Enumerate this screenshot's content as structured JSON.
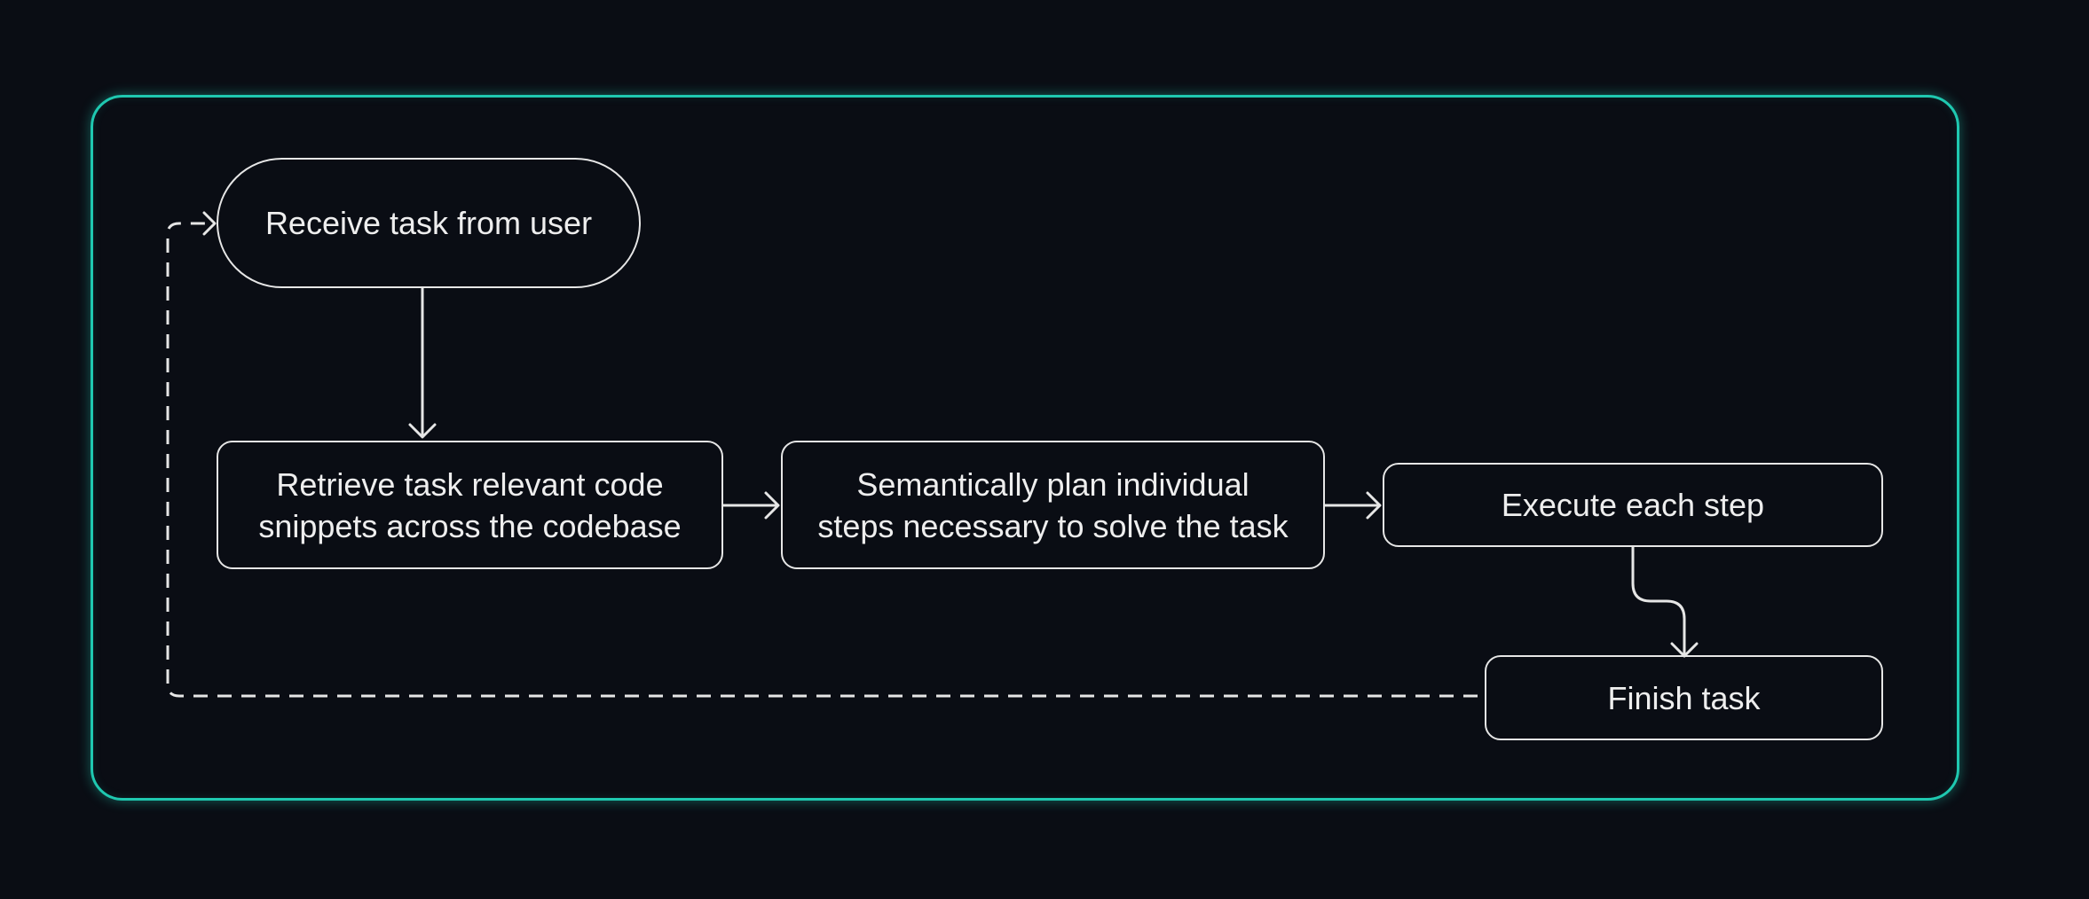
{
  "diagram": {
    "accent_color": "#1fc8b0",
    "line_color": "#e6e6e6",
    "background_color": "#0a0d14",
    "nodes": {
      "receive": {
        "text": "Receive task from user",
        "shape": "pill"
      },
      "retrieve": {
        "line1": "Retrieve task relevant code",
        "line2": "snippets across the codebase",
        "shape": "rounded-rectangle"
      },
      "plan": {
        "line1": "Semantically plan individual",
        "line2": "steps necessary to solve the task",
        "shape": "rounded-rectangle"
      },
      "execute": {
        "text": "Execute each step",
        "shape": "rounded-rectangle"
      },
      "finish": {
        "text": "Finish task",
        "shape": "rounded-rectangle"
      }
    },
    "edges": [
      {
        "from": "receive",
        "to": "retrieve",
        "style": "solid"
      },
      {
        "from": "retrieve",
        "to": "plan",
        "style": "solid"
      },
      {
        "from": "plan",
        "to": "execute",
        "style": "solid"
      },
      {
        "from": "execute",
        "to": "finish",
        "style": "solid"
      },
      {
        "from": "finish",
        "to": "receive",
        "style": "dashed"
      }
    ]
  }
}
